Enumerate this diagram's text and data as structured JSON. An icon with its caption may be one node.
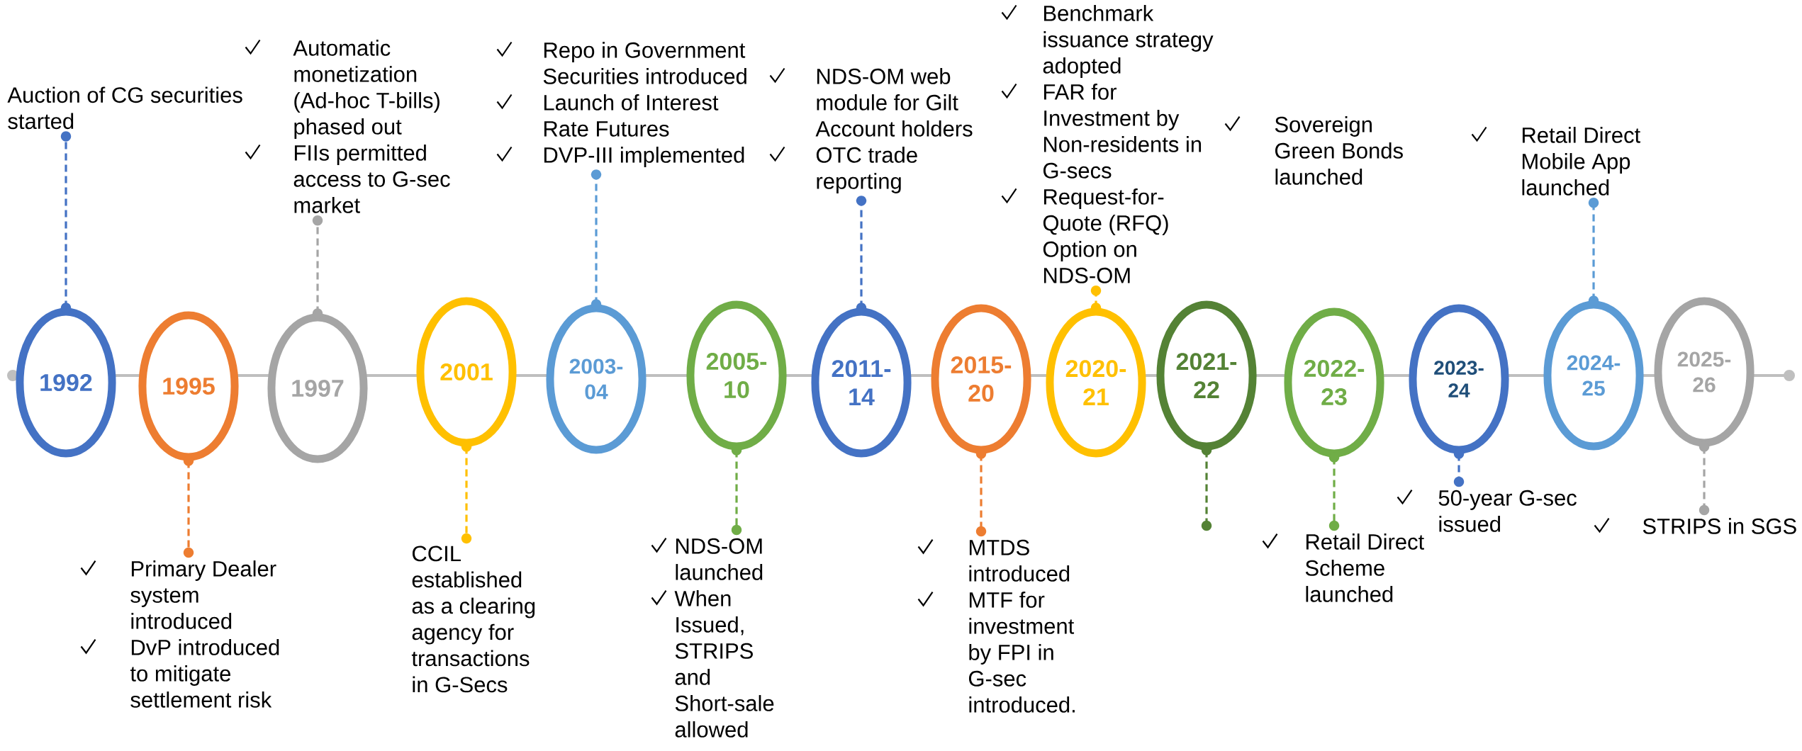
{
  "diagram": {
    "nodes": [
      {
        "text": [
          "1992"
        ]
      },
      {
        "text": [
          "1995"
        ]
      },
      {
        "text": [
          "1997"
        ]
      },
      {
        "text": [
          "2001"
        ]
      },
      {
        "text": [
          "2003-04"
        ]
      },
      {
        "text": [
          "2005-10"
        ]
      },
      {
        "text": [
          "2011-14"
        ]
      },
      {
        "text": [
          "2015-20"
        ]
      },
      {
        "text": [
          "2020-21"
        ]
      },
      {
        "text": [
          "2021-22"
        ]
      },
      {
        "text": [
          "2022-23"
        ]
      },
      {
        "text": [
          "2023-24"
        ]
      },
      {
        "text": [
          "2024-25"
        ]
      },
      {
        "text": [
          "2025-26"
        ]
      },
      {
        "text": [
          "Auction of CG securities started"
        ]
      },
      {
        "text": [
          "Primary Dealer system introduced",
          "DvP introduced to mitigate settlement risk"
        ]
      },
      {
        "text": [
          "Automatic monetization (Ad-hoc T-bills) phased out",
          "FIIs permitted access to G-sec market"
        ]
      },
      {
        "text": [
          "CCIL established as a clearing agency for transactions in G-Secs"
        ]
      },
      {
        "text": [
          "Repo in Government Securities introduced",
          "Launch of Interest Rate Futures",
          "DVP-III implemented"
        ]
      },
      {
        "text": [
          "NDS-OM launched",
          "When Issued, STRIPS and Short-sale allowed"
        ]
      },
      {
        "text": [
          "NDS-OM web module for Gilt Account holders",
          "OTC trade reporting"
        ]
      },
      {
        "text": [
          "MTDS introduced",
          "MTF for investment by FPI in G-sec introduced."
        ]
      },
      {
        "text": [
          "Benchmark issuance strategy adopted",
          "FAR for Investment by Non-residents in G-secs",
          "Request-for-Quote (RFQ) Option on NDS-OM"
        ]
      },
      {
        "text": [
          "Sovereign Green Bonds launched"
        ]
      },
      {
        "text": [
          "Retail Direct Scheme launched"
        ]
      },
      {
        "text": [
          "50-year G-sec issued"
        ]
      },
      {
        "text": [
          "Retail Direct Mobile App launched"
        ]
      },
      {
        "text": [
          "STRIPS in SGS"
        ]
      }
    ],
    "edges": [
      {
        "from": 0,
        "to": 14,
        "arrow": "other",
        "style": "dashed",
        "color": "#4472c4"
      },
      {
        "from": 1,
        "to": 15,
        "arrow": "other",
        "style": "dashed",
        "color": "#ed7d31"
      },
      {
        "from": 2,
        "to": 16,
        "arrow": "other",
        "style": "dashed",
        "color": "#a5a5a5"
      },
      {
        "from": 3,
        "to": 17,
        "arrow": "other",
        "style": "dashed",
        "color": "#ffc000"
      },
      {
        "from": 4,
        "to": 18,
        "arrow": "other",
        "style": "dashed",
        "color": "#5b9bd5"
      },
      {
        "from": 5,
        "to": 19,
        "arrow": "other",
        "style": "dashed",
        "color": "#70ad47"
      },
      {
        "from": 6,
        "to": 20,
        "arrow": "other",
        "style": "dashed",
        "color": "#4472c4"
      },
      {
        "from": 7,
        "to": 21,
        "arrow": "other",
        "style": "dashed",
        "color": "#ed7d31"
      },
      {
        "from": 8,
        "to": 22,
        "arrow": "other",
        "style": "dashed",
        "color": "#ffc000"
      },
      {
        "from": 9,
        "to": null,
        "arrow": "other",
        "style": "dashed",
        "color": "#548235"
      },
      {
        "from": 10,
        "to": 24,
        "arrow": "other",
        "style": "dashed",
        "color": "#70ad47"
      },
      {
        "from": 11,
        "to": 25,
        "arrow": "other",
        "style": "dashed",
        "color": "#4472c4"
      },
      {
        "from": 12,
        "to": 26,
        "arrow": "other",
        "style": "dashed",
        "color": "#5b9bd5"
      },
      {
        "from": 13,
        "to": 27,
        "arrow": "other",
        "style": "dashed",
        "color": "#a5a5a5"
      }
    ]
  }
}
